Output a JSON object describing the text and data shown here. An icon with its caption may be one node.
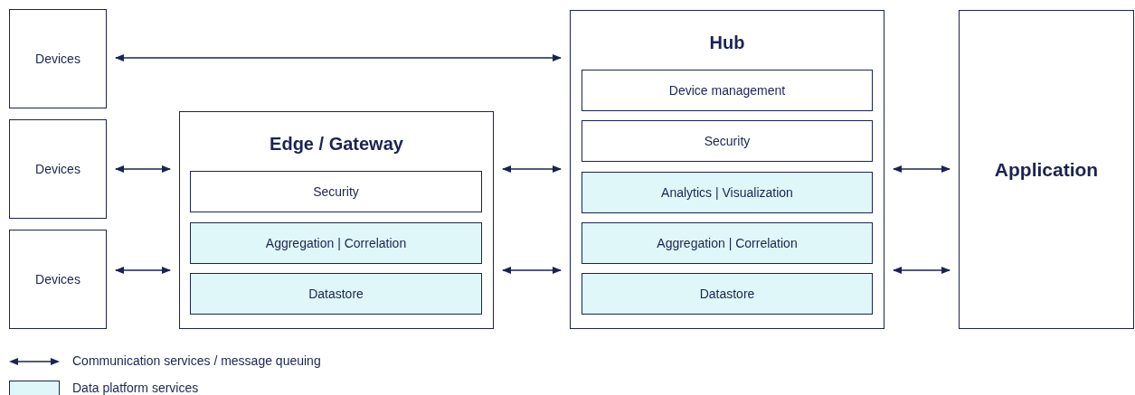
{
  "diagram": {
    "nodes": [
      {
        "text": [
          "Devices"
        ]
      },
      {
        "text": [
          "Devices"
        ]
      },
      {
        "text": [
          "Devices"
        ]
      },
      {
        "text": [
          "Edge / Gateway"
        ]
      },
      {
        "text": [
          "Security"
        ],
        "in": 3
      },
      {
        "text": [
          "Aggregation | Correlation"
        ],
        "in": 3
      },
      {
        "text": [
          "Datastore"
        ],
        "in": 3
      },
      {
        "text": [
          "Hub"
        ]
      },
      {
        "text": [
          "Device management"
        ],
        "in": 7
      },
      {
        "text": [
          "Security"
        ],
        "in": 7
      },
      {
        "text": [
          "Analytics | Visualization"
        ],
        "in": 7
      },
      {
        "text": [
          "Aggregation | Correlation"
        ],
        "in": 7
      },
      {
        "text": [
          "Datastore"
        ],
        "in": 7
      },
      {
        "text": [
          "Application"
        ]
      }
    ],
    "edges": [
      {
        "from": 0,
        "to": 7,
        "arrow": "both"
      },
      {
        "from": 1,
        "to": 3,
        "arrow": "both"
      },
      {
        "from": 2,
        "to": 3,
        "arrow": "both"
      },
      {
        "from": 3,
        "to": 7,
        "arrow": "both"
      },
      {
        "from": 3,
        "to": 7,
        "arrow": "both"
      },
      {
        "from": 7,
        "to": 13,
        "arrow": "both"
      },
      {
        "from": 7,
        "to": 13,
        "arrow": "both"
      }
    ],
    "legend": [
      {
        "text": "Communication services / message queuing"
      },
      {
        "text": "Data platform services",
        "color": "#e0f7f9"
      }
    ]
  }
}
